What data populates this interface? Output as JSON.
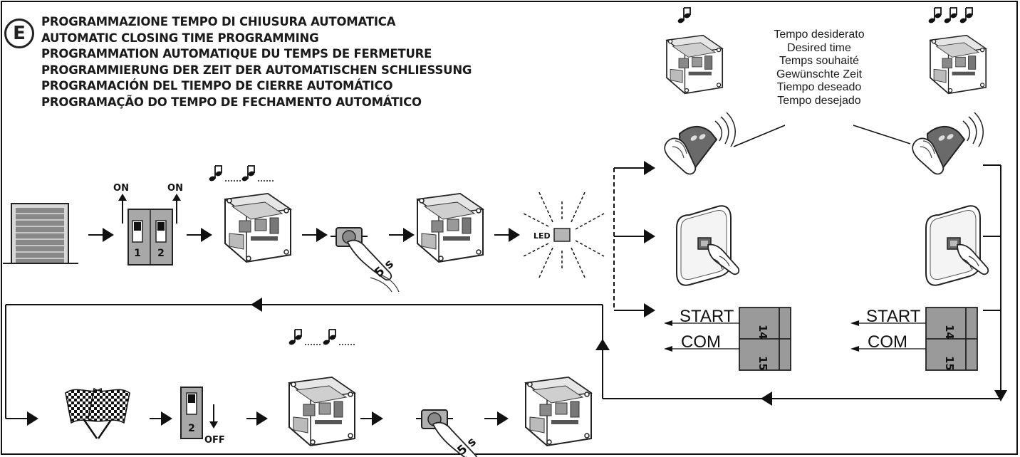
{
  "section_label": "E",
  "titles": [
    "PROGRAMMAZIONE TEMPO DI CHIUSURA AUTOMATICA",
    "AUTOMATIC CLOSING TIME PROGRAMMING",
    "PROGRAMMATION AUTOMATIQUE DU TEMPS DE FERMETURE",
    "PROGRAMMIERUNG DER ZEIT DER AUTOMATISCHEN SCHLIESSUNG",
    "PROGRAMACIÓN DEL TIEMPO DE CIERRE AUTOMÁTICO",
    "PROGRAMAÇÃO DO TEMPO DE FECHAMENTO AUTOMÁTICO"
  ],
  "desired_time": [
    "Tempo desiderato",
    "Desired time",
    "Temps souhaité",
    "Gewünschte Zeit",
    "Tiempo deseado",
    "Tempo desejado"
  ],
  "labels": {
    "dip_on": "ON",
    "dip_off": "OFF",
    "dip_1": "1",
    "dip_2": "2",
    "press_duration": "5 s",
    "led": "LED",
    "start": "START",
    "com": "COM",
    "terminal_14": "14",
    "terminal_15": "15"
  },
  "colors": {
    "ink": "#111111",
    "panel_grey": "#a8a8a8",
    "terminal_grey": "#9a9a9a",
    "background": "#ffffff"
  }
}
